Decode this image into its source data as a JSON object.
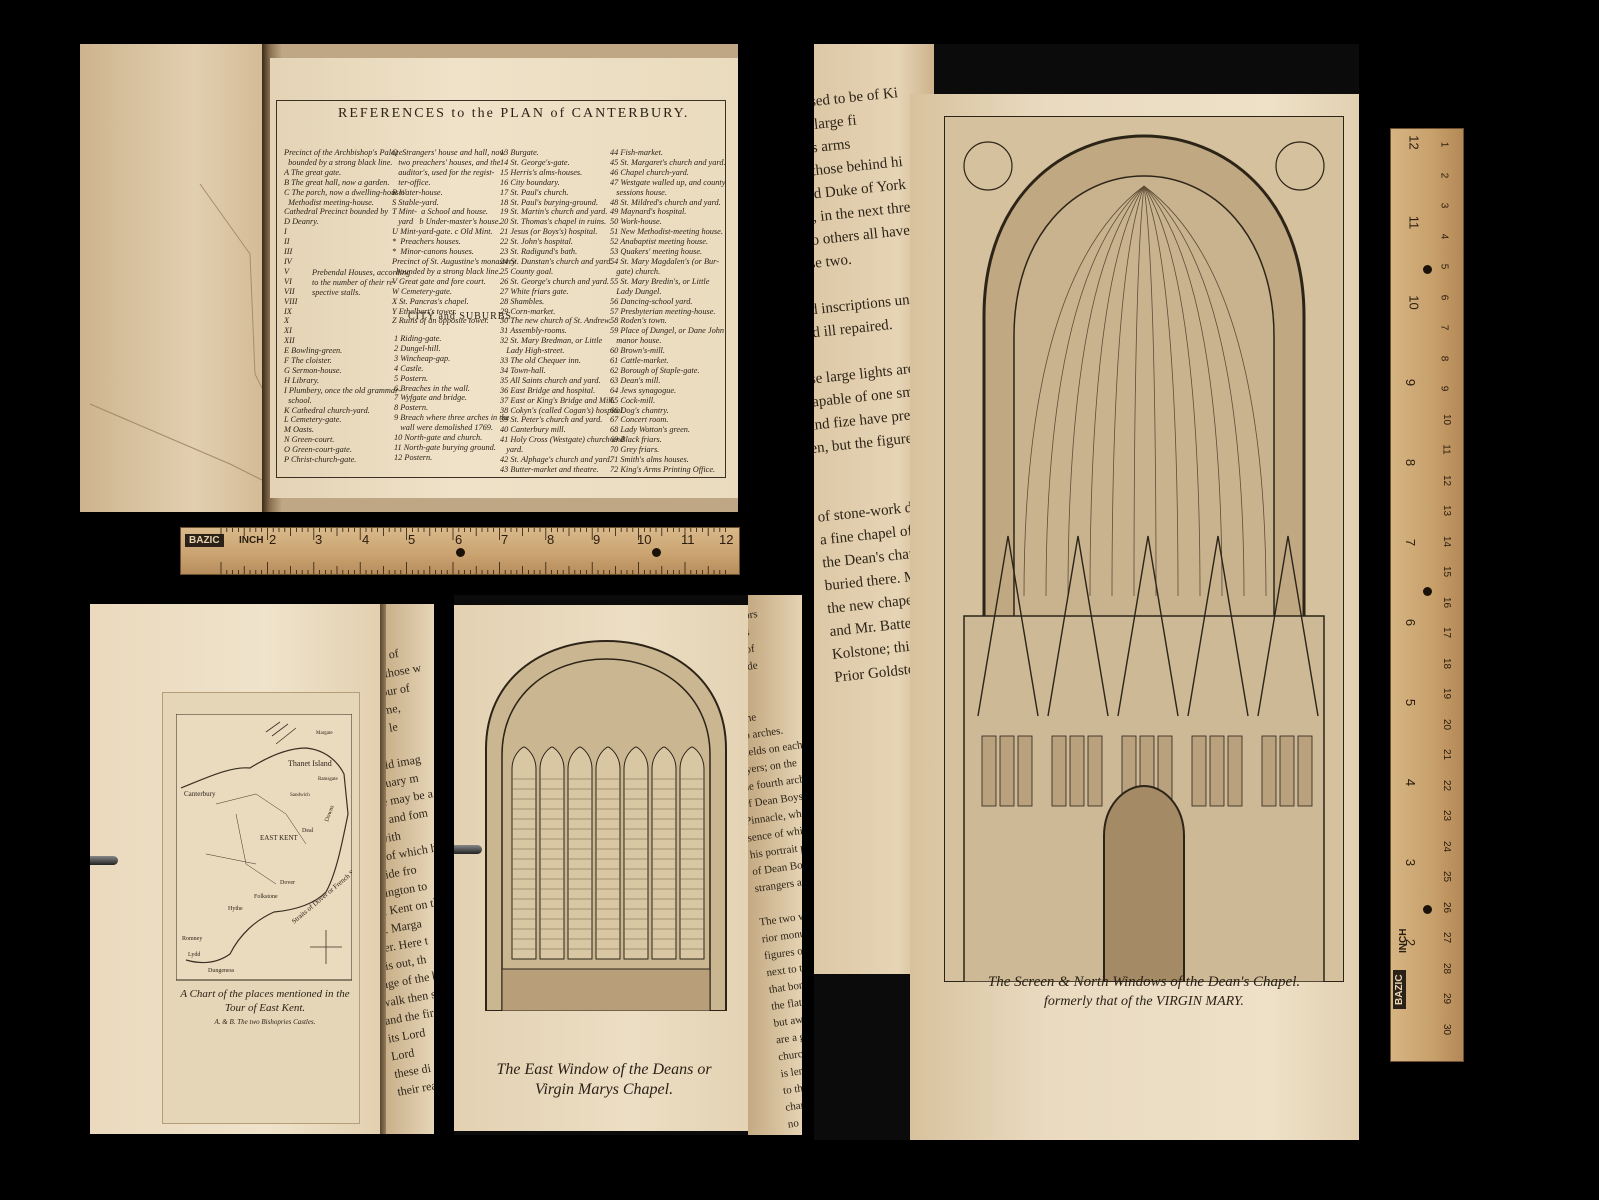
{
  "references_page": {
    "title": "REFERENCES to the PLAN of CANTERBURY.",
    "col1": "Precinct of the Archbishop's Palace\n  bounded by a strong black line.\nA The great gate.\nB The great hall, now a garden.\nC The porch, now a dwelling-house.\n  Methodist meeting-house.\nCathedral Precinct bounded by\nD Deanry.\nI\nII\nIII\nIV\nV\nVI\nVII\nVIII\nIX\nX\nXI\nXII\nE Bowling-green.\nF The cloister.\nG Sermon-house.\nH Library.\nI Plumbery, once the old grammar-\n  school.\nK Cathedral church-yard.\nL Cemetery-gate.\nM Oasts.\nN Green-court.\nO Green-court-gate.\nP Christ-church-gate.",
    "col1_bracket": "Prebendal Houses, according\nto the number of their re-\nspective stalls.",
    "col2": "Q  Strangers' house and hall, now\n   two preachers' houses, and the\n   auditor's, used for the regist-\n   ter-office.\nR Water-house.\nS Stable-yard.\nT Mint-  a School and house.\n   yard   b Under-master's house.\nU Mint-yard-gate. c Old Mint.\n*  Preachers houses.\n*  Minor-canons houses.\nPrecinct of St. Augustine's monastery\n  bounded by a strong black line.\nV Great gate and fore court.\nW Cemetery-gate.\nX St. Pancras's chapel.\nY Ethelbert's tower.\nZ Ruins of an opposite tower.",
    "col2_header": "CITY and SUBURBS.",
    "col2b": "1 Riding-gate.\n2 Dungel-hill.\n3 Wincheap-gap.\n4 Castle.\n5 Postern.\n6 Breaches in the wall.\n7 Wyfgate and bridge.\n8 Postern.\n9 Breach where three arches in the\n   wall were demolished 1769.\n10 North-gate and church.\n11 North-gate burying ground.\n12 Postern.",
    "col3": "13 Burgate.\n14 St. George's-gate.\n15 Herris's alms-houses.\n16 City boundary.\n17 St. Paul's church.\n18 St. Paul's burying-ground.\n19 St. Martin's church and yard.\n20 St. Thomas's chapel in ruins.\n21 Jesus (or Boys's) hospital.\n22 St. John's hospital.\n23 St. Radigund's bath.\n24 St. Dunstan's church and yard.\n25 County goal.\n26 St. George's church and yard.\n27 White friars gate.\n28 Shambles.\n29 Corn-market.\n30 The new church of St. Andrew.\n31 Assembly-rooms.\n32 St. Mary Bredman, or Little\n   Lady High-street.\n33 The old Chequer inn.\n34 Town-hall.\n35 All Saints church and yard.\n36 East Bridge and hospital.\n37 East or King's Bridge and Mill.\n38 Cokyn's (called Cogan's) hospital.\n39 St. Peter's church and yard.\n40 Canterbury mill.\n41 Holy Cross (Westgate) church and\n   yard.\n42 St. Alphage's church and yard.\n43 Butter-market and theatre.",
    "col4": "44 Fish-market.\n45 St. Margaret's church and yard.\n46 Chapel church-yard.\n47 Westgate walled up, and county\n   sessions house.\n48 St. Mildred's church and yard.\n49 Maynard's hospital.\n50 Work-house.\n51 New Methodist-meeting house.\n52 Anabaptist meeting house.\n53 Quakers' meeting house.\n54 St. Mary Magdalen's (or Bur-\n   gate) church.\n55 St. Mary Bredin's, or Little\n   Lady Dungel.\n56 Dancing-school yard.\n57 Presbyterian meeting-house.\n58 Roden's town.\n59 Place of Dungel, or Dane John\n   manor house.\n60 Brown's-mill.\n61 Cattle-market.\n62 Borough of Staple-gate.\n63 Dean's mill.\n64 Jews synagogue.\n65 Cock-mill.\n66 Dog's chantry.\n67 Concert room.\n68 Lady Wotton's green.\n69 Black friars.\n70 Grey friars.\n71 Smith's alms houses.\n72 King's Arms Printing Office."
  },
  "map_page": {
    "caption_line1": "A Chart of the places mentioned in the",
    "caption_line2": "Tour of East Kent.",
    "caption_line3": "A. & B. The two Bishopries Castles.",
    "labels": {
      "thanet": "Thanet Island",
      "canterbury": "Canterbury",
      "east_kent": "EAST KENT",
      "straits": "Straits of Dover or French Sea",
      "downs": "Downs",
      "deal": "Deal",
      "dover": "Dover",
      "folkestone": "Folkstone",
      "hythe": "Hythe",
      "romney": "Romney",
      "lydd": "Lydd",
      "dungeness": "Dungeness",
      "ramsgate": "Ramsgate",
      "sandwich": "Sandwich",
      "margate": "Margate"
    },
    "side_text": "NUMB\n The\nThe intention of\nnent, that to those w\nthe whole tour of\nand their time,\nbe of fome le\nto the ple\nmay would imag\nAn antiquary m\nwhen he may be a\nchurch, and fom\nmeet with\nevery of which h\nThe ride fro\nBishington to\nEast Kent on the\nleft. Marga\nlater. Here t\nit is out, th\nrage of the bu\nwalk then spend\nand the first fla\nits Lord\nLord\nthese di\ntheir read"
  },
  "window_page": {
    "caption_line1": "The East Window of the Deans or",
    "caption_line2": "Virgin Marys Chapel.",
    "side_text": "ancestors\nsuppos\nmost of\nthe side\nhe\nout\nof the\ntwo arches.\nshields on each\nlayers; on the\nthe fourth arch\nof Dean Boys.\nPinnacle, whose in\nsence of white marb\nhis portrait painted\nof Dean Boys\nstrangers are chiefly\n\nThe two western\nrior monuments of\nfigures on the\nnext to the\nthat bones on th\nthe flat\nbut away to\nare a great dea\nchurch\nis length\nto that\nchancel.\nno concern"
  },
  "chapel_page": {
    "caption_line1": "The Screen & North Windows of the Dean's Chapel.",
    "caption_line2": "formerly that of the VIRGIN MARY.",
    "side_text": "supposed to be of Ki\nin the large fi\nKing's arms\nBes, those behind hi\nichard Duke of York\nseen, in the next three\nt two others all have\nthese two.\n\nand inscriptions under them\nand ill repaired.\n\nese large lights are severed\ncapable of one small fig\nand fize have preserved\nen, but the figures are n\n\n\nof stone-work divides the\na fine chapel of the Virgin\nthe Dean's chapel, as stiled\nburied there. Mr. Somner\nthe new chapel of the Bless\nand Mr. Battely, that it was\nKolstone; this chapel contains\nPrior Goldston. It is an ele"
  },
  "rulers": {
    "brand": "BAZIC",
    "unit": "INCH",
    "horizontal_numbers": [
      "2",
      "3",
      "4",
      "5",
      "6",
      "7",
      "8",
      "9",
      "10",
      "11",
      "12"
    ],
    "vertical_numbers": [
      "12",
      "11",
      "10",
      "9",
      "8",
      "7",
      "6",
      "5",
      "4",
      "3",
      "2"
    ],
    "vertical_cm": [
      "1",
      "2",
      "3",
      "4",
      "5",
      "6",
      "7",
      "8",
      "9",
      "10",
      "11",
      "12",
      "13",
      "14",
      "15",
      "16",
      "17",
      "18",
      "19",
      "20",
      "21",
      "22",
      "23",
      "24",
      "25",
      "26",
      "27",
      "28",
      "29",
      "30"
    ]
  }
}
